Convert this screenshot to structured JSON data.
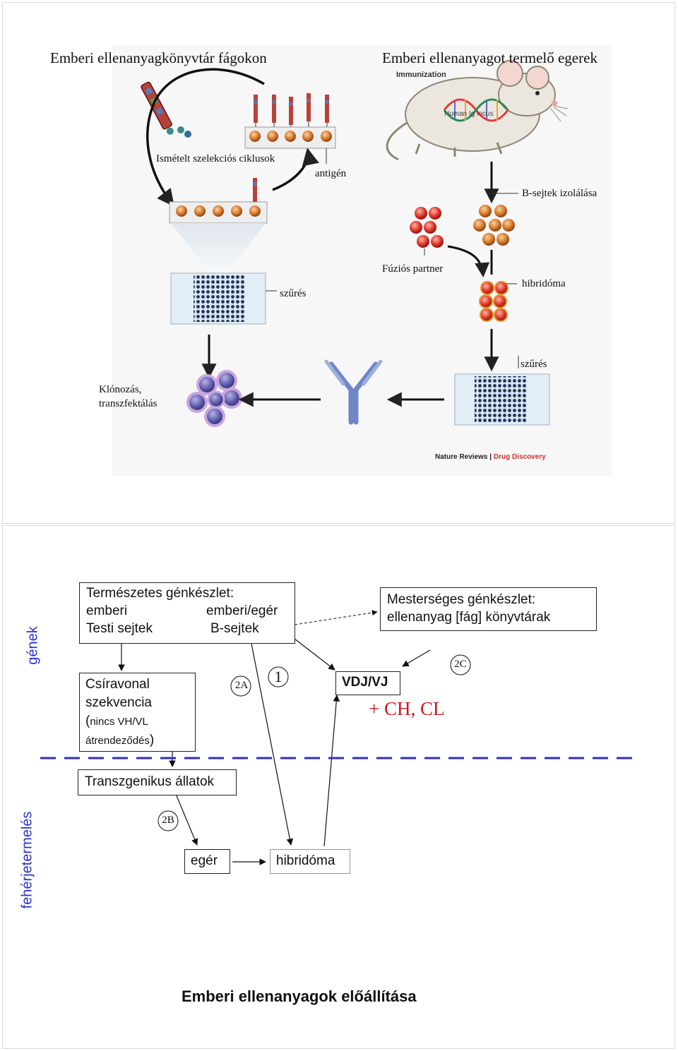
{
  "top": {
    "title_left": "Emberi ellenanyagkönyvtár fágokon",
    "title_right": "Emberi ellenanyagot termelő egerek",
    "immunization": "Immunization",
    "human_ig_locus": "Human Ig locus",
    "repeated_selection": "Ismételt szelekciós ciklusok",
    "antigen": "antigén",
    "b_cell_isolation": "B-sejtek izolálása",
    "fusion_partner": "Fúziós partner",
    "screening_left": "szűrés",
    "hybridoma": "hibridóma",
    "screening_right": "szűrés",
    "cloning_line1": "Klónozás,",
    "cloning_line2": "transzfektálás",
    "credit_journal": "Nature Reviews",
    "credit_sep": " | ",
    "credit_section": "Drug Discovery"
  },
  "bottom": {
    "side_label_genes": "gének",
    "side_label_protein": "fehérjetermelés",
    "natural_box": {
      "line1": "Természetes génkészlet:",
      "line2a": "emberi",
      "line2b": "emberi/egér",
      "line3a": "Testi sejtek",
      "line3b": "B-sejtek"
    },
    "artificial_box": {
      "line1": "Mesterséges génkészlet:",
      "line2": "ellenanyag [fág] könyvtárak"
    },
    "germline_box": {
      "line1": "Csíravonal",
      "line2": "szekvencia",
      "line3_open": "(",
      "line3": "nincs VH/VL",
      "line4": "átrendeződés",
      "line4_close": ")"
    },
    "label_2a": "2A",
    "label_1": "1",
    "label_2b": "2B",
    "label_2c": "2C",
    "vdj_box": "VDJ/VJ",
    "ch_cl": "+ CH, CL",
    "transgenic_box": "Transzgenikus állatok",
    "mouse_box": "egér",
    "hybridoma_box": "hibridóma",
    "footer_title": "Emberi ellenanyagok előállítása",
    "colors": {
      "accent_blue": "#2a2fd1",
      "accent_red": "#c8191f"
    }
  }
}
